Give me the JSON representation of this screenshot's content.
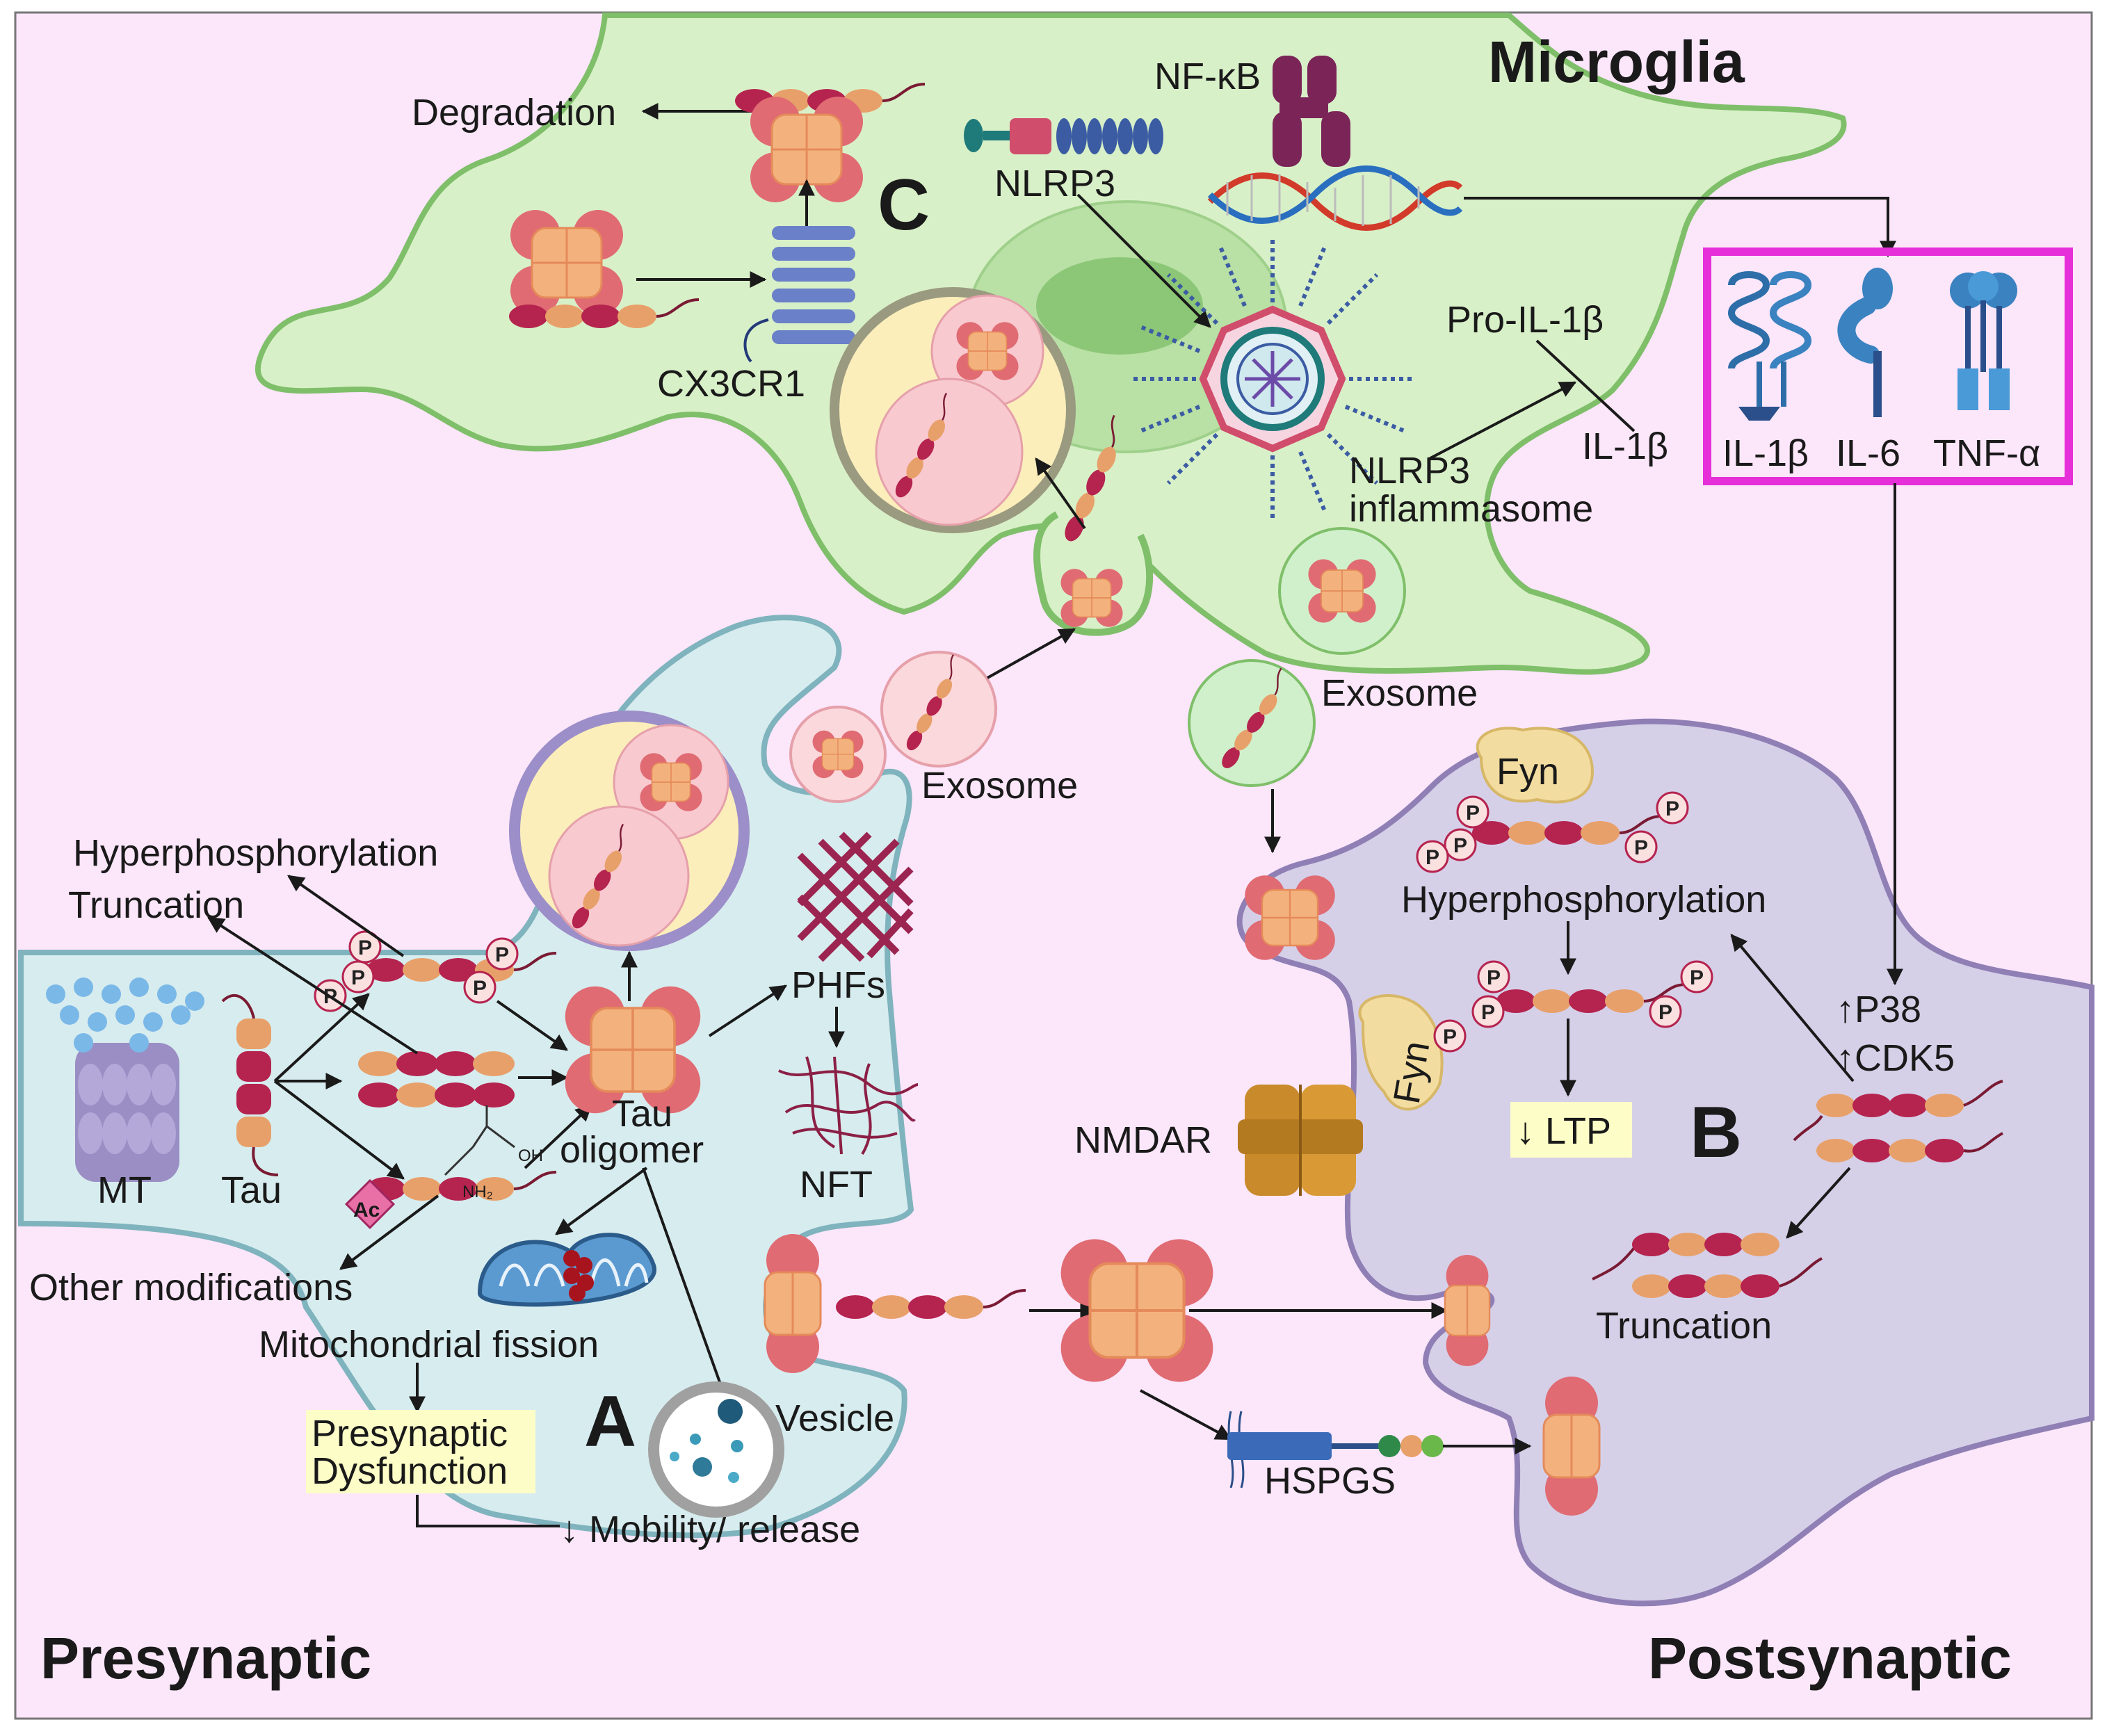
{
  "regions": {
    "microglia": "Microglia",
    "presynaptic": "Presynaptic",
    "postsynaptic": "Postsynaptic"
  },
  "panels": {
    "a": "A",
    "b": "B",
    "c": "C"
  },
  "labels": {
    "degradation": "Degradation",
    "nfkb": "NF-κB",
    "nlrp3": "NLRP3",
    "cx3cr1": "CX3CR1",
    "pro_il1b": "Pro-IL-1β",
    "il1b_product": "IL-1β",
    "nlrp3_inflammasome_1": "NLRP3",
    "nlrp3_inflammasome_2": "inflammasome",
    "il1b_box": "IL-1β",
    "il6_box": "IL-6",
    "tnfa_box": "TNF-α",
    "exosome_pre": "Exosome",
    "exosome_post": "Exosome",
    "fyn_top": "Fyn",
    "fyn_bottom": "Fyn",
    "hyperphos_pre": "Hyperphosphorylation",
    "truncation_pre": "Truncation",
    "hyperphos_post": "Hyperphosphorylation",
    "phfs": "PHFs",
    "nft": "NFT",
    "tau_oligomer_1": "Tau",
    "tau_oligomer_2": "oligomer",
    "mt": "MT",
    "tau": "Tau",
    "ac": "Ac",
    "oh": "OH",
    "nh2": "NH₂",
    "other_modifications": "Other modifications",
    "mito_fission": "Mitochondrial fission",
    "presyn_dys_1": "Presynaptic",
    "presyn_dys_2": "Dysfunction",
    "mobility": "↓ Mobility/ release",
    "vesicle": "Vesicle",
    "nmdar": "NMDAR",
    "ltp": "↓ LTP",
    "p38": "↑P38",
    "cdk5": "↑CDK5",
    "truncation_post": "Truncation",
    "hspgs": "HSPGS",
    "phospho": "P"
  },
  "colors": {
    "background": "#fbe6fa",
    "microglia": "#d8f0c8",
    "microglia_edge": "#7fbf6a",
    "presynaptic": "#d7ecee",
    "presynaptic_edge": "#7fb3bd",
    "postsynaptic": "#d5d0e8",
    "postsynaptic_edge": "#8f7fb5",
    "cytokine_box": "#e62fd8",
    "tau_dark": "#b5234f",
    "tau_light": "#e8a06a",
    "oligomer_outer": "#e06b73",
    "oligomer_inner": "#f3b27d"
  }
}
